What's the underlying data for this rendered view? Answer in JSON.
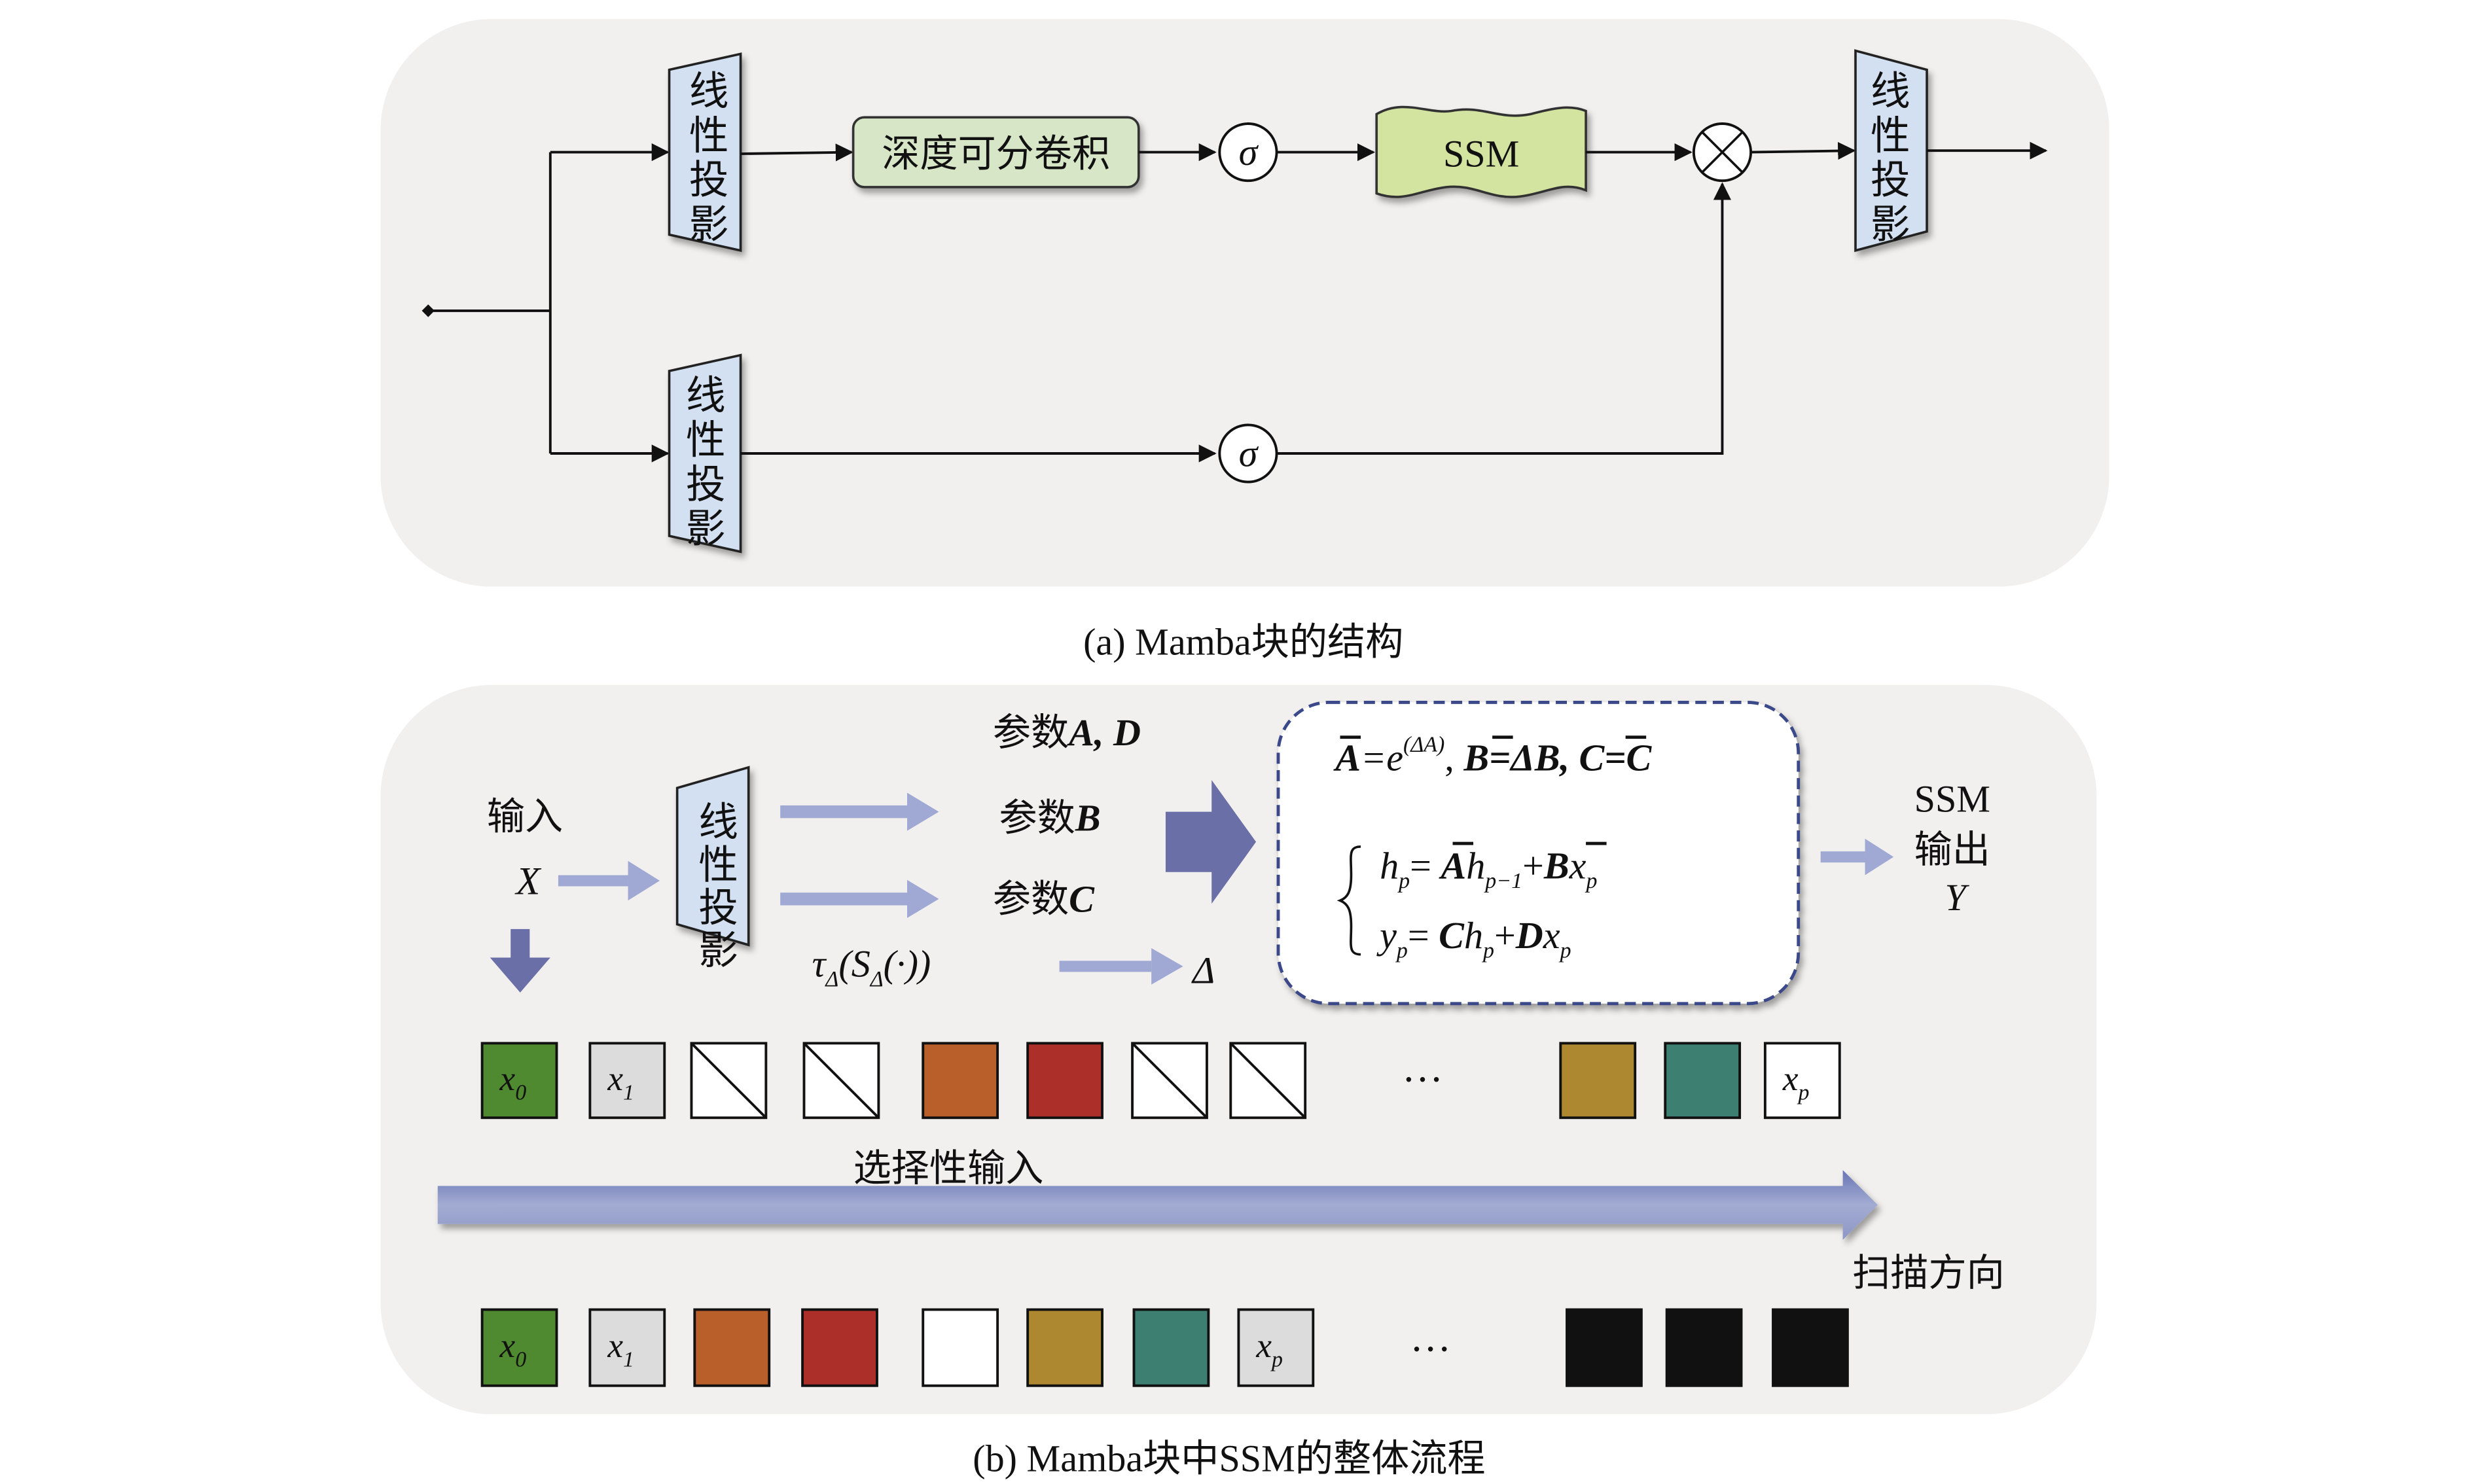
{
  "panel_a": {
    "caption": "(a) Mamba块的结构",
    "proj_label": [
      "线",
      "性",
      "投",
      "影"
    ],
    "conv_label": "深度可分卷积",
    "ssm_label": "SSM",
    "sigma": "σ",
    "multiply_symbol": "⊗"
  },
  "panel_b": {
    "caption": "(b) Mamba块中SSM的整体流程",
    "input_label": "输入",
    "input_var": "X",
    "proj_label": [
      "线",
      "性",
      "投",
      "影"
    ],
    "param_ad": {
      "prefix": "参数",
      "var": "A, D"
    },
    "param_b": {
      "prefix": "参数",
      "var": "B"
    },
    "param_c": {
      "prefix": "参数",
      "var": "C"
    },
    "tau": {
      "tau": "τ",
      "sub1": "Δ",
      "open": "(S",
      "sub2": "Δ",
      "close": "(·))"
    },
    "delta": "Δ",
    "equations": {
      "discretize": {
        "A": "A",
        "eq1": "=e",
        "exp": "(ΔA)",
        "sep1": ", ",
        "B": "B",
        "eq2": "=ΔB, ",
        "C": "C",
        "eq3": "=C"
      },
      "h_line": {
        "h": "h",
        "p": "p",
        "eq": "= ",
        "A": "A",
        "h2": "h",
        "pm1": "p−1",
        "plus": "+",
        "B": "B",
        "x": "x",
        "p2": "p"
      },
      "y_line": {
        "y": "y",
        "p": "p",
        "eq": "= ",
        "C": "C",
        "h": "h",
        "p2": "p",
        "plus": "+",
        "D": "D",
        "x": "x",
        "p3": "p"
      }
    },
    "output": {
      "line1": "SSM",
      "line2": "输出",
      "line3": "Y"
    },
    "selective_label": "选择性输入",
    "scan_label": "扫描方向",
    "ellipsis": "…",
    "top_row": [
      {
        "kind": "fill",
        "color": "#4f8a31",
        "label": "x",
        "sub": "0"
      },
      {
        "kind": "fill",
        "color": "#dcdcdc",
        "label": "x",
        "sub": "1"
      },
      {
        "kind": "diag"
      },
      {
        "kind": "diag"
      },
      {
        "kind": "fill",
        "color": "#b95f2a"
      },
      {
        "kind": "fill",
        "color": "#ad2f2a"
      },
      {
        "kind": "diag"
      },
      {
        "kind": "diag"
      },
      {
        "kind": "gap"
      },
      {
        "kind": "fill",
        "color": "#ad8831"
      },
      {
        "kind": "fill",
        "color": "#3d8072"
      },
      {
        "kind": "fill",
        "color": "#ffffff",
        "label": "x",
        "sub": "p"
      }
    ],
    "bottom_row": [
      {
        "kind": "fill",
        "color": "#4f8a31",
        "label": "x",
        "sub": "0"
      },
      {
        "kind": "fill",
        "color": "#dcdcdc",
        "label": "x",
        "sub": "1"
      },
      {
        "kind": "fill",
        "color": "#b95f2a"
      },
      {
        "kind": "fill",
        "color": "#ad2f2a"
      },
      {
        "kind": "fill",
        "color": "#ffffff"
      },
      {
        "kind": "fill",
        "color": "#ad8831"
      },
      {
        "kind": "fill",
        "color": "#3d8072"
      },
      {
        "kind": "fill",
        "color": "#dcdcdc",
        "label": "x",
        "sub": "p"
      },
      {
        "kind": "gap"
      },
      {
        "kind": "fill",
        "color": "#111111"
      },
      {
        "kind": "fill",
        "color": "#111111"
      },
      {
        "kind": "fill",
        "color": "#111111"
      }
    ]
  },
  "colors": {
    "panel_bg": "#f2f0ee",
    "proj_fill": "#d3e0f1",
    "conv_fill": "#d8e6c8",
    "ssm_fill": "#d3e4a0",
    "arrow_light": "#9fa9d4",
    "arrow_dark": "#6a6fa8",
    "dash_border": "#3a4a8a"
  }
}
